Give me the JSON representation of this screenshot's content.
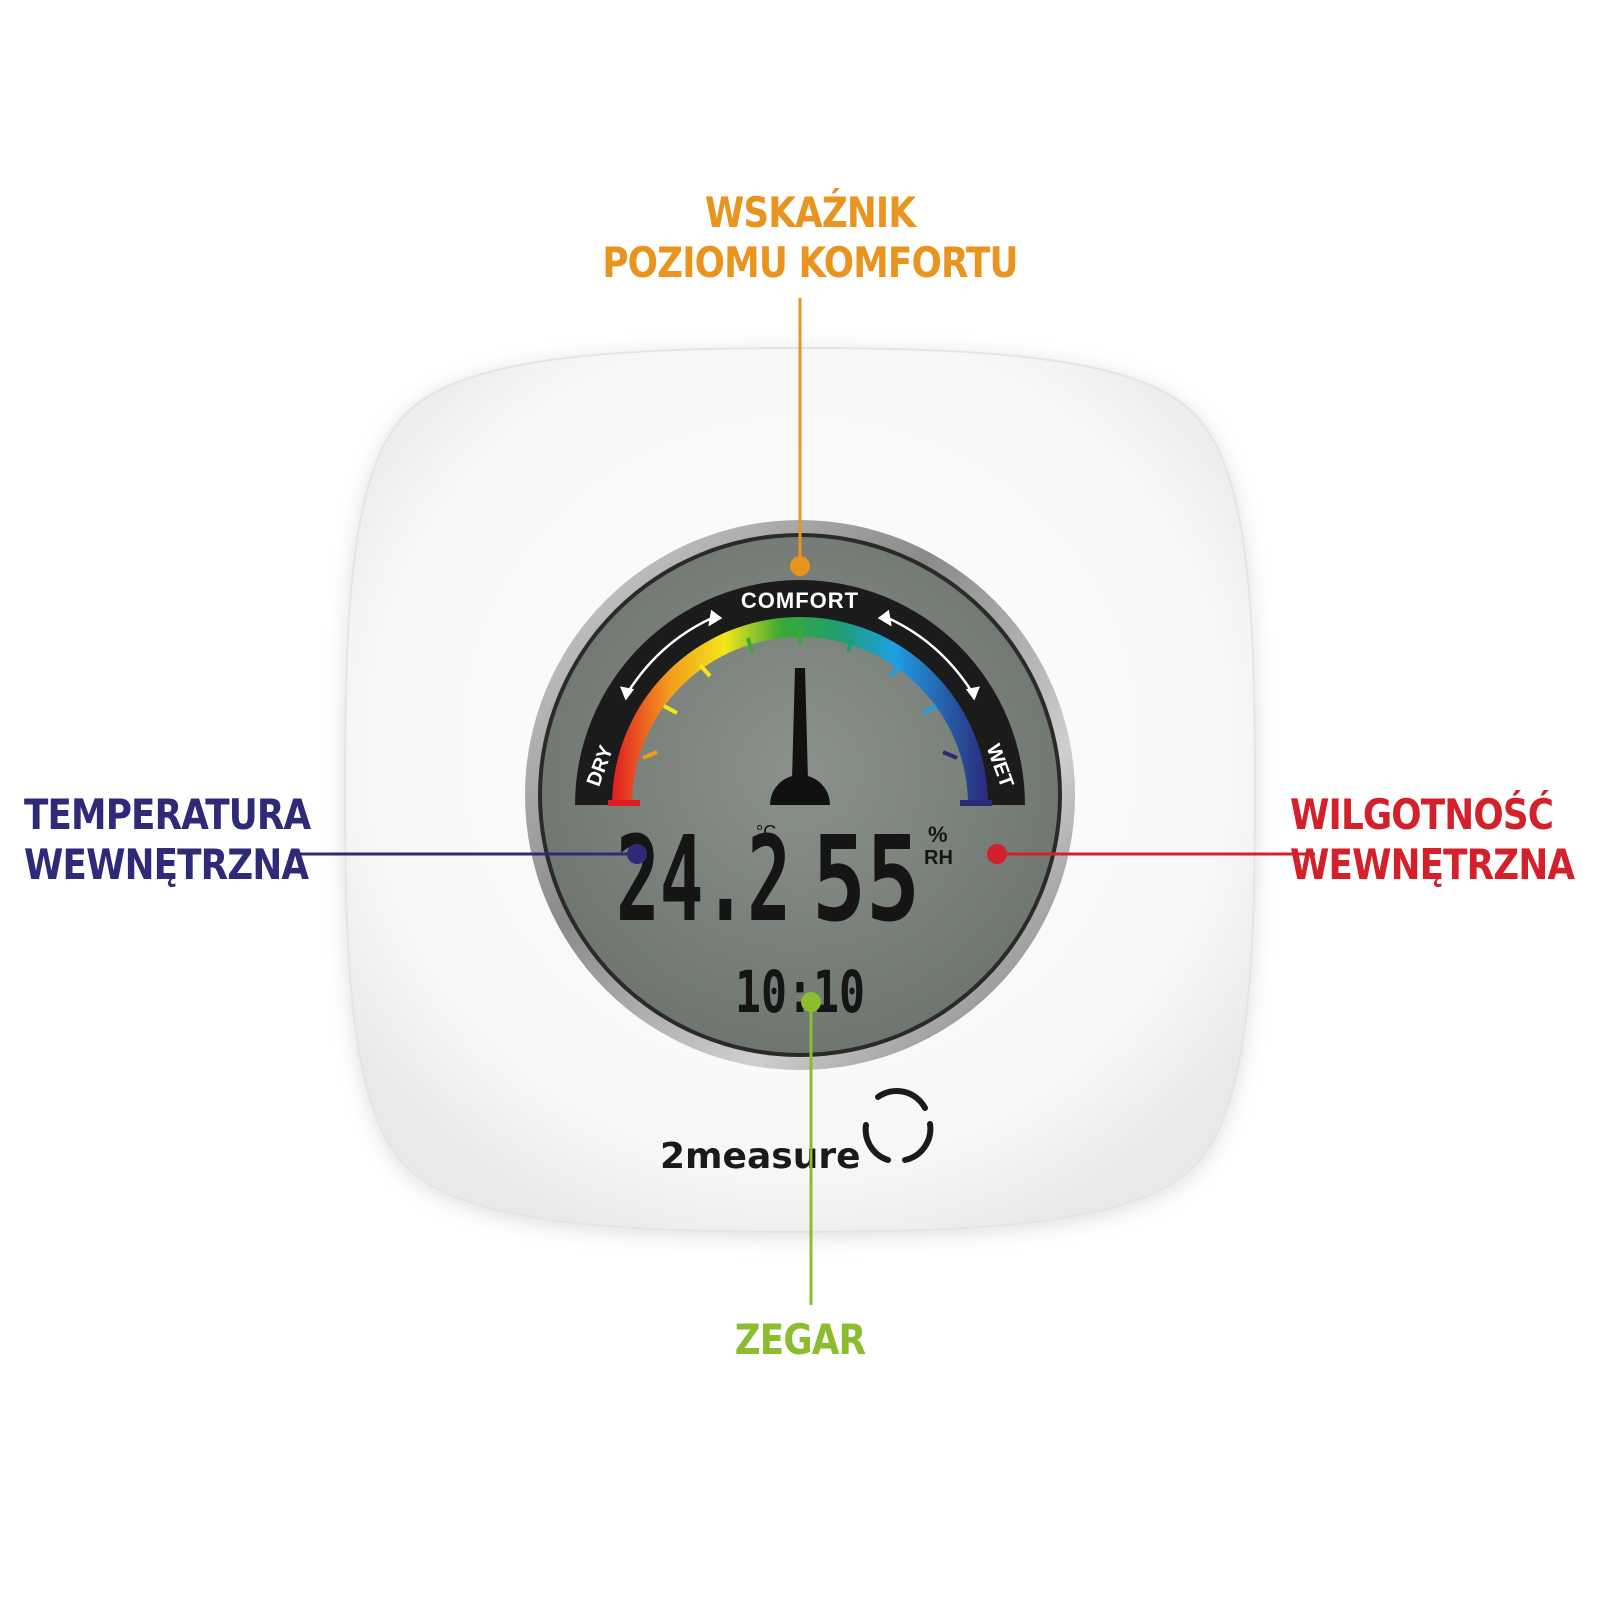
{
  "callouts": {
    "comfort": {
      "line1": "WSKAŹNIK",
      "line2": "POZIOMU KOMFORTU",
      "color": "#e8941f"
    },
    "temperature": {
      "line1": "TEMPERATURA",
      "line2": "WEWNĘTRZNA",
      "color": "#2e2a78"
    },
    "humidity": {
      "line1": "WILGOTNOŚĆ",
      "line2": "WEWNĘTRZNA",
      "color": "#d4202a"
    },
    "clock": {
      "line1": "ZEGAR",
      "color": "#8bbd2e"
    }
  },
  "display": {
    "comfort_label": "COMFORT",
    "dry_label": "DRY",
    "wet_label": "WET",
    "temperature": "24.2",
    "temperature_unit": "°C",
    "humidity": "55",
    "humidity_unit_percent": "%",
    "humidity_unit_rh": "RH",
    "time": "10:10",
    "lcd_color": "#7d857e"
  },
  "brand": {
    "name": "2measure"
  }
}
